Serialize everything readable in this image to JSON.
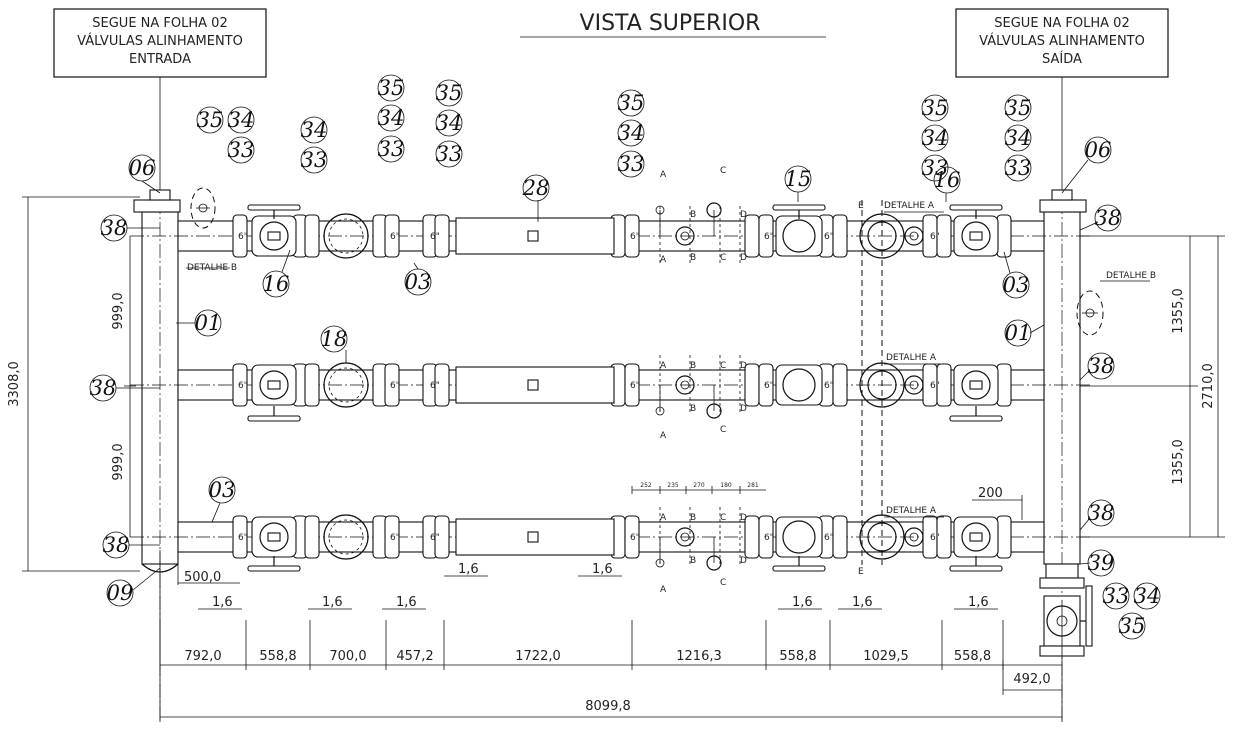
{
  "title": "VISTA SUPERIOR",
  "note_left": {
    "line1": "SEGUE NA FOLHA 02",
    "line2": "VÁLVULAS ALINHAMENTO",
    "line3": "ENTRADA"
  },
  "note_right": {
    "line1": "SEGUE NA FOLHA 02",
    "line2": "VÁLVULAS ALINHAMENTO",
    "line3": "SAÍDA"
  },
  "details": {
    "a": "DETALHE A",
    "b": "DETALHE B"
  },
  "section_letters": {
    "a": "A",
    "b": "B",
    "c": "C",
    "d": "D",
    "e": "E"
  },
  "dims": {
    "bottom": [
      "792,0",
      "558,8",
      "700,0",
      "457,2",
      "1722,0",
      "1216,3",
      "558,8",
      "1029,5",
      "558,8"
    ],
    "total": "8099,8",
    "right_offset": "492,0",
    "gap": "1,6",
    "left_offset": "500,0",
    "row_spacing": "999,0",
    "height_total": "3308,0",
    "right_half": "1355,0",
    "right_total": "2710,0",
    "dim_200": "200",
    "small_dims": [
      "252",
      "235",
      "270",
      "180",
      "281"
    ]
  },
  "pipe_size": "6\"",
  "tags": {
    "t01": "01",
    "t03": "03",
    "t06": "06",
    "t09": "09",
    "t15": "15",
    "t16": "16",
    "t18": "18",
    "t28": "28",
    "t33": "33",
    "t34": "34",
    "t35": "35",
    "t38": "38",
    "t39": "39"
  }
}
